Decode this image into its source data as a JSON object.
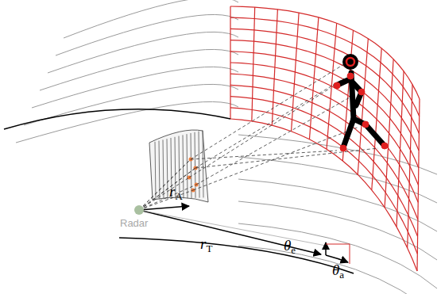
{
  "diagram": {
    "labels": [
      "Radar",
      "rA",
      "rT",
      "θe",
      "θa"
    ]
  }
}
